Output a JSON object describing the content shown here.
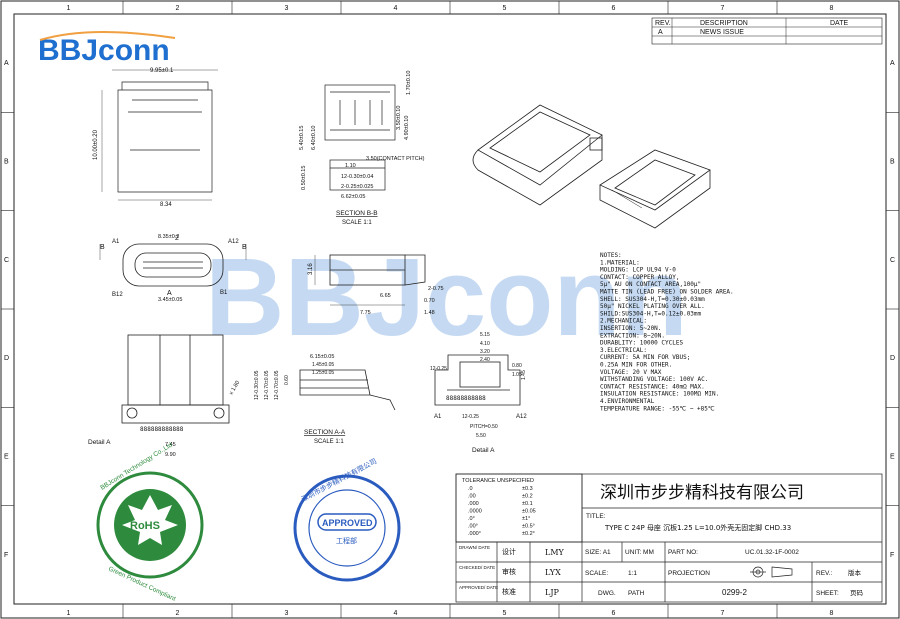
{
  "brand": {
    "logo_text": "BBJconn",
    "color": "#1e6fcf",
    "accent": "#f0a040"
  },
  "grid": {
    "columns": [
      "1",
      "2",
      "3",
      "4",
      "5",
      "6",
      "7",
      "8"
    ],
    "rows": [
      "A",
      "B",
      "C",
      "D",
      "E",
      "F"
    ]
  },
  "revision_table": {
    "headers": [
      "REV.",
      "DESCRIPTION",
      "DATE"
    ],
    "rows": [
      [
        "A",
        "NEWS ISSUE",
        ""
      ]
    ]
  },
  "dims": {
    "top_width": "9.95±0.1",
    "height_main": "10.00±0.20",
    "bottom_width": "8.34",
    "sec_h1": "5.40±0.15",
    "sec_h2": "6.40±0.10",
    "sec_h3": "0.50±0.15",
    "sec_r1": "1.70±0.10",
    "sec_r2": "3.50±0.10",
    "sec_r3": "4.90±0.10",
    "contact_pitch": "3.50(CONTACT PITCH)",
    "pin_a": "12-0.30±0.04",
    "pin_b": "2-0.25±0.025",
    "pin_w": "6.62±0.05",
    "pin_box": "1.10",
    "front_top": "8.35±0.2",
    "front_bot": "3.45±0.05",
    "side_h": "3.16",
    "side_a": "2-0.75",
    "side_b": "6.65",
    "side_c": "0.70",
    "side_d": "7.75",
    "side_e": "1.48",
    "det_w1": "7.45",
    "det_w2": "9.90",
    "det_ang": "x 1.80",
    "secA_1": "6.15±0.05",
    "secA_2": "1.45±0.05",
    "secA_3": "1.25±0.05",
    "secA_v1": "12-0.30±0.05",
    "secA_v2": "12-0.70±0.05",
    "secA_v3": "12-0.70±0.05",
    "secA_v4": "0.60",
    "detA_1": "5.15",
    "detA_2": "4.10",
    "detA_3": "3.20",
    "detA_4": "2.40",
    "detA_5": "12-0.25",
    "detA_6": "PITCH=0.50",
    "detA_7": "5.50",
    "detA_8": "12-0.25",
    "detA_9": "1.45",
    "detA_10": "0.80",
    "detA_11": "1.05"
  },
  "labels": {
    "section_bb": "SECTION B-B",
    "section_aa": "SECTION A-A",
    "scale_11": "SCALE 1:1",
    "detail_a": "Detail A",
    "detail_a2": "Detail A",
    "pin_a1": "A1",
    "pin_a12": "A12",
    "pin_b12": "B12",
    "pin_b1": "B1",
    "letter_b": "B",
    "letter_a": "A"
  },
  "notes": [
    "NOTES:",
    "1.MATERIAL:",
    "   MOLDING: LCP  UL94  V-0",
    "   CONTACT: COPPER ALLOY,",
    "        5μ\" AU ON CONTACT AREA,100μ\"",
    "        MATTE TIN (LEAD FREE) ON SOLDER AREA.",
    "   SHELL: SUS304-H,T=0.30±0.03mm",
    "        50μ\" NICKEL PLATING OVER ALL.",
    "   SHILD:SUS304-H,T=0.12±0.03mm",
    "2.MECHANICAL:",
    "   INSERTION: 5~20N.",
    "   EXTRACTION: 8~20N.",
    "   DURABLITY: 10000 CYCLES",
    "3.ELECTRICAL:",
    "   CURRENT: 5A MIN FOR VBUS;",
    "            0.25A MIN FOR OTHER.",
    "   VOLTAGE: 20 V MAX",
    "   WITHSTANDING VOLTAGE: 100V AC.",
    "   CONTACT RESISTANCE: 40mΩ MAX.",
    "   INSULATION RESISTANCE: 100MΩ MIN.",
    "4.ENVIRONMENTAL",
    "   TEMPERATURE RANGE: -55℃ ~ +85℃"
  ],
  "tolerance": {
    "title": "TOLERANCE UNSPECIFIED",
    "rows": [
      [
        ".0",
        "±0.3"
      ],
      [
        ".00",
        "±0.2"
      ],
      [
        ".000",
        "±0.1"
      ],
      [
        ".0000",
        "±0.05"
      ],
      [
        ".0°",
        "±1°"
      ],
      [
        ".00°",
        "±0.5°"
      ],
      [
        ".000°",
        "±0.2°"
      ]
    ]
  },
  "stamps": {
    "rohs_ring": "BBJconn Technology Co.,Ltd",
    "rohs_ring_bottom": "Green Product Compliant",
    "rohs_label": "RoHS",
    "approved_ring": "深圳市步步精科技有限公司",
    "approved_label": "APPROVED",
    "approved_sub": "工程部"
  },
  "title_block": {
    "company": "深圳市步步精科技有限公司",
    "title_label": "TITLE:",
    "title_value": "TYPE C 24P 母座 沉板1.25 L=10.0外壳无固定脚 CHD.33",
    "drawn_label": "DRAWN/ DATE",
    "drawn_cn": "设计",
    "drawn_name": "LMY",
    "checked_label": "CHECKED/ DATE",
    "checked_cn": "审核",
    "checked_name": "LYX",
    "approved_label": "APPROVED/ DATE",
    "approved_cn": "核准",
    "approved_name": "LJP",
    "size_label": "SIZE: A1",
    "unit_label": "UNIT: MM",
    "part_label": "PART NO:",
    "part_value": "UC.01.32-1F-0002",
    "scale_label": "SCALE:",
    "scale_value": "1:1",
    "projection_label": "PROJECTION",
    "rev_label": "REV.:",
    "rev_value": "版本",
    "dwg_label": "DWG.",
    "path_label": "PATH",
    "dwg_value": "0299-2",
    "sheet_label": "SHEET:",
    "sheet_value": "页码"
  }
}
